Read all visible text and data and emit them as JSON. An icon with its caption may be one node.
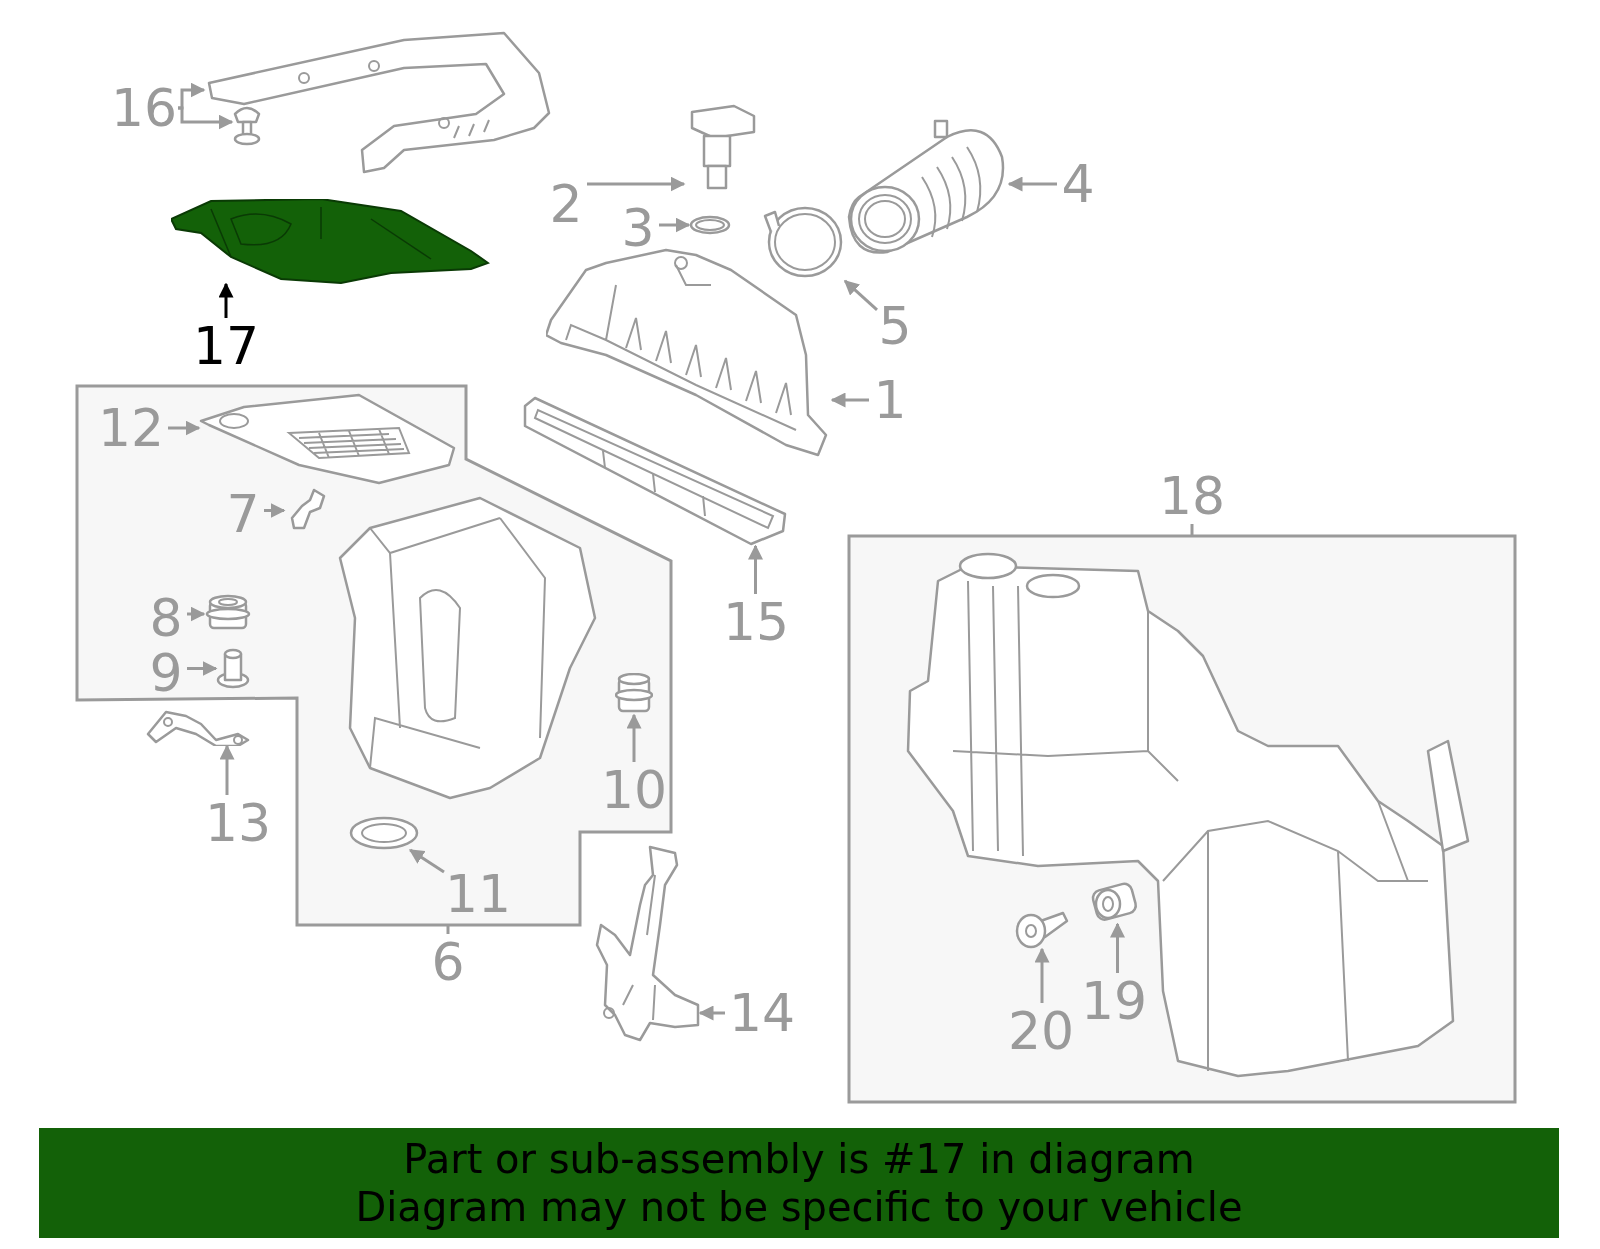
{
  "diagram": {
    "nodes": [
      {
        "text": [
          "16"
        ]
      },
      {
        "text": [],
        "shape": "picture"
      },
      {
        "text": [],
        "shape": "picture"
      },
      {
        "text": [
          "17"
        ]
      },
      {
        "text": [],
        "shape": "picture"
      },
      {
        "text": [
          "2"
        ]
      },
      {
        "text": [],
        "shape": "picture"
      },
      {
        "text": [
          "3"
        ]
      },
      {
        "text": [],
        "shape": "picture"
      },
      {
        "text": [
          "4"
        ]
      },
      {
        "text": [],
        "shape": "picture"
      },
      {
        "text": [
          "5"
        ]
      },
      {
        "text": [],
        "shape": "picture"
      },
      {
        "text": [
          "1"
        ]
      },
      {
        "text": [],
        "shape": "picture"
      },
      {
        "text": [
          "15"
        ]
      },
      {
        "text": [],
        "shape": "picture"
      },
      {
        "text": [],
        "shape": "box"
      },
      {
        "text": [
          "12"
        ],
        "in": 17
      },
      {
        "text": [],
        "shape": "picture",
        "in": 17
      },
      {
        "text": [
          "7"
        ],
        "in": 17
      },
      {
        "text": [],
        "shape": "picture",
        "in": 17
      },
      {
        "text": [
          "8"
        ],
        "in": 17
      },
      {
        "text": [],
        "shape": "picture",
        "in": 17
      },
      {
        "text": [
          "9"
        ],
        "in": 17
      },
      {
        "text": [],
        "shape": "picture",
        "in": 17
      },
      {
        "text": [
          "10"
        ],
        "in": 17
      },
      {
        "text": [],
        "shape": "picture",
        "in": 17
      },
      {
        "text": [
          "11"
        ],
        "in": 17
      },
      {
        "text": [],
        "shape": "picture",
        "in": 17
      },
      {
        "text": [
          "6"
        ]
      },
      {
        "text": [
          "13"
        ]
      },
      {
        "text": [],
        "shape": "picture"
      },
      {
        "text": [
          "14"
        ]
      },
      {
        "text": [],
        "shape": "picture"
      },
      {
        "text": [
          "18"
        ]
      },
      {
        "text": [],
        "shape": "box"
      },
      {
        "text": [
          "19"
        ],
        "in": 36
      },
      {
        "text": [],
        "shape": "picture",
        "in": 36
      },
      {
        "text": [
          "20"
        ],
        "in": 36
      },
      {
        "text": [],
        "shape": "picture",
        "in": 36
      }
    ],
    "edges": [
      {
        "from": 0,
        "to": 1,
        "arrow": "to"
      },
      {
        "from": 0,
        "to": 2,
        "arrow": "to"
      },
      {
        "from": 3,
        "to": 4,
        "arrow": "to",
        "color": "#000000"
      },
      {
        "from": 5,
        "to": 6,
        "arrow": "to"
      },
      {
        "from": 7,
        "to": 8,
        "arrow": "to"
      },
      {
        "from": 9,
        "to": 10,
        "arrow": "to"
      },
      {
        "from": 11,
        "to": 12,
        "arrow": "to"
      },
      {
        "from": 13,
        "to": 14,
        "arrow": "to"
      },
      {
        "from": 15,
        "to": 16,
        "arrow": "to"
      },
      {
        "from": 18,
        "to": 19,
        "arrow": "to"
      },
      {
        "from": 20,
        "to": 21,
        "arrow": "to"
      },
      {
        "from": 22,
        "to": 23,
        "arrow": "to"
      },
      {
        "from": 24,
        "to": 25,
        "arrow": "to"
      },
      {
        "from": 26,
        "to": 27,
        "arrow": "to"
      },
      {
        "from": 28,
        "to": 29,
        "arrow": "to"
      },
      {
        "from": 30,
        "to": 17,
        "arrow": "none"
      },
      {
        "from": 31,
        "to": 32,
        "arrow": "to"
      },
      {
        "from": 33,
        "to": 34,
        "arrow": "to"
      },
      {
        "from": 35,
        "to": 36,
        "arrow": "none"
      },
      {
        "from": 37,
        "to": 38,
        "arrow": "to"
      },
      {
        "from": 39,
        "to": 40,
        "arrow": "to"
      }
    ],
    "labels": [
      "Part or sub-assembly is #17 in diagram",
      "Diagram may not be specific to your vehicle"
    ]
  }
}
